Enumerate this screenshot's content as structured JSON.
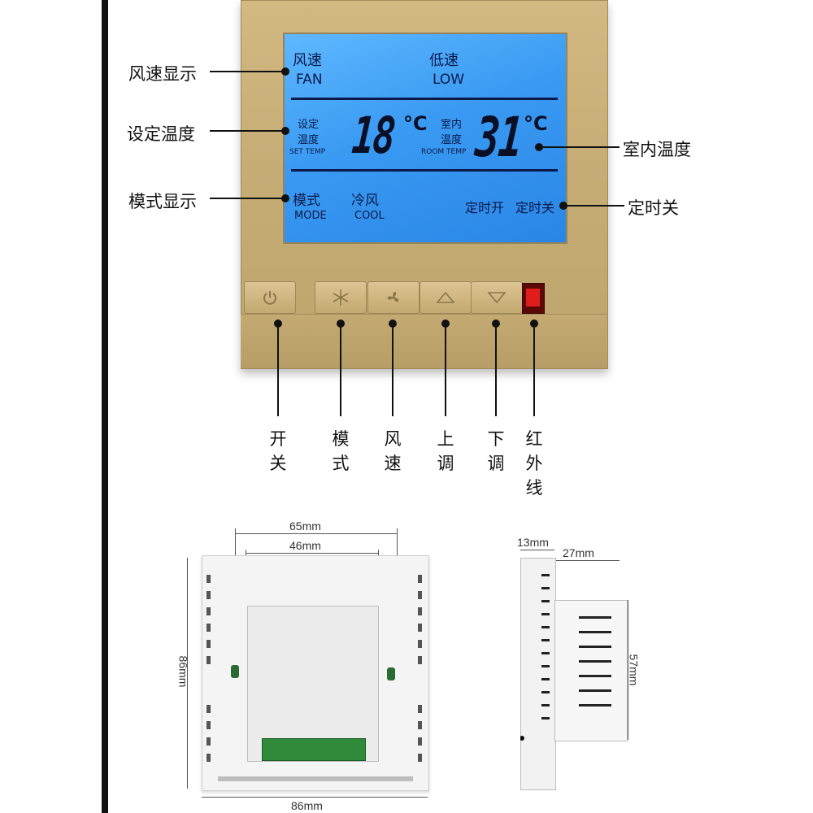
{
  "callouts_left": [
    "风速显示",
    "设定温度",
    "模式显示"
  ],
  "callouts_right": [
    "室内温度",
    "定时关"
  ],
  "lcd": {
    "fan_cn": "风速",
    "fan_en": "FAN",
    "speed_cn": "低速",
    "speed_en": "LOW",
    "set_cn1": "设定",
    "set_cn2": "温度",
    "set_en": "SET TEMP",
    "set_value": "18",
    "unit": "°C",
    "room_cn1": "室内",
    "room_cn2": "温度",
    "room_en": "ROOM TEMP",
    "room_value": "31",
    "mode_cn": "模式",
    "mode_en": "MODE",
    "cool_cn": "冷风",
    "cool_en": "COOL",
    "timer_on": "定时开",
    "timer_off": "定时关"
  },
  "buttons": [
    {
      "icon": "power-icon",
      "label": [
        "开",
        "关"
      ]
    },
    {
      "icon": "snowflake-icon",
      "label": [
        "模",
        "式"
      ]
    },
    {
      "icon": "fan-icon",
      "label": [
        "风",
        "速"
      ]
    },
    {
      "icon": "up-triangle-icon",
      "label": [
        "上",
        "调"
      ]
    },
    {
      "icon": "down-triangle-icon",
      "label": [
        "下",
        "调"
      ]
    },
    {
      "icon": "infrared-window",
      "label": [
        "红",
        "外",
        "线"
      ]
    }
  ],
  "front_dims": {
    "outer_width": "65mm",
    "inner_width": "46mm",
    "height": "86mm",
    "bottom_width": "86mm"
  },
  "side_dims": {
    "depth_front": "13mm",
    "depth_back": "27mm",
    "height": "57mm"
  },
  "colors": {
    "lcd": "#3a9af2",
    "panel": "#c9b07a",
    "ir": "#e01c1c"
  }
}
